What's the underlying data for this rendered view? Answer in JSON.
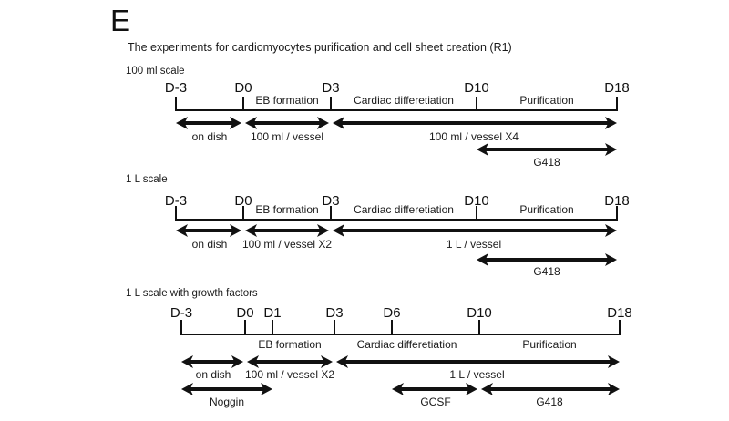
{
  "figure_label": "E",
  "title": "The experiments for cardiomyocytes purification and cell sheet creation (R1)",
  "colors": {
    "ink": "#111111",
    "background": "#ffffff"
  },
  "timelines": [
    {
      "name": "100 ml scale",
      "days": [
        "D-3",
        "D0",
        "D3",
        "D10",
        "D18"
      ],
      "segments": [
        {
          "label": "EB formation",
          "from": "D0",
          "to": "D3"
        },
        {
          "label": "Cardiac differetiation",
          "from": "D3",
          "to": "D10"
        },
        {
          "label": "Purification",
          "from": "D10",
          "to": "D18"
        }
      ],
      "arrows": [
        {
          "label": "on dish",
          "from": "D-3",
          "to": "D0",
          "row": 0
        },
        {
          "label": "100 ml / vessel",
          "from": "D0",
          "to": "D3",
          "row": 0
        },
        {
          "label": "100 ml / vessel X4",
          "from": "D3",
          "to": "D18",
          "row": 0
        },
        {
          "label": "G418",
          "from": "D10",
          "to": "D18",
          "row": 1
        }
      ]
    },
    {
      "name": "1 L scale",
      "days": [
        "D-3",
        "D0",
        "D3",
        "D10",
        "D18"
      ],
      "segments": [
        {
          "label": "EB formation",
          "from": "D0",
          "to": "D3"
        },
        {
          "label": "Cardiac differetiation",
          "from": "D3",
          "to": "D10"
        },
        {
          "label": "Purification",
          "from": "D10",
          "to": "D18"
        }
      ],
      "arrows": [
        {
          "label": "on dish",
          "from": "D-3",
          "to": "D0",
          "row": 0
        },
        {
          "label": "100 ml / vessel X2",
          "from": "D0",
          "to": "D3",
          "row": 0
        },
        {
          "label": "1 L / vessel",
          "from": "D3",
          "to": "D18",
          "row": 0
        },
        {
          "label": "G418",
          "from": "D10",
          "to": "D18",
          "row": 1
        }
      ]
    },
    {
      "name": "1 L scale with growth factors",
      "days": [
        "D-3",
        "D0",
        "D1",
        "D3",
        "D6",
        "D10",
        "D18"
      ],
      "segments": [
        {
          "label": "EB formation",
          "from": "D0",
          "to": "D3"
        },
        {
          "label": "Cardiac differetiation",
          "from": "D3",
          "to": "D10"
        },
        {
          "label": "Purification",
          "from": "D10",
          "to": "D18"
        }
      ],
      "arrows": [
        {
          "label": "on dish",
          "from": "D-3",
          "to": "D0",
          "row": 0
        },
        {
          "label": "100 ml / vessel X2",
          "from": "D0",
          "to": "D3",
          "row": 0
        },
        {
          "label": "1 L / vessel",
          "from": "D3",
          "to": "D18",
          "row": 0
        },
        {
          "label": "Noggin",
          "from": "D-3",
          "to": "D1",
          "row": 1
        },
        {
          "label": "GCSF",
          "from": "D6",
          "to": "D10",
          "row": 1
        },
        {
          "label": "G418",
          "from": "D10",
          "to": "D18",
          "row": 1
        }
      ]
    }
  ]
}
